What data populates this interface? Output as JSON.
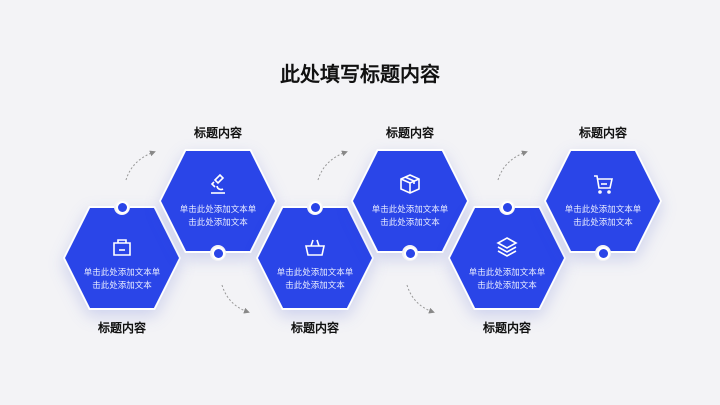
{
  "title": "此处填写标题内容",
  "items": [
    {
      "label": "标题内容",
      "text1": "单击此处添加文本单",
      "text2": "击此处添加文本",
      "icon": "shopping-bag-icon"
    },
    {
      "label": "标题内容",
      "text1": "单击此处添加文本单",
      "text2": "击此处添加文本",
      "icon": "microscope-icon"
    },
    {
      "label": "标题内容",
      "text1": "单击此处添加文本单",
      "text2": "击此处添加文本",
      "icon": "basket-icon"
    },
    {
      "label": "标题内容",
      "text1": "单击此处添加文本单",
      "text2": "击此处添加文本",
      "icon": "box-icon"
    },
    {
      "label": "标题内容",
      "text1": "单击此处添加文本单",
      "text2": "击此处添加文本",
      "icon": "layers-icon"
    },
    {
      "label": "标题内容",
      "text1": "单击此处添加文本单",
      "text2": "击此处添加文本",
      "icon": "cart-icon"
    }
  ],
  "colors": {
    "accent": "#2a45e8",
    "background": "#f3f3f6"
  }
}
